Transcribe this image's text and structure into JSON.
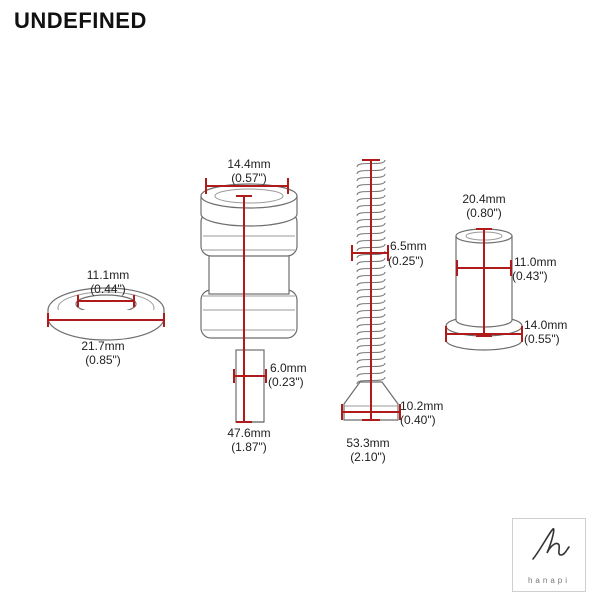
{
  "title": "UNDEFINED",
  "parts": {
    "washer": {
      "inner_mm": "11.1mm",
      "inner_in": "(0.44\")",
      "outer_mm": "21.7mm",
      "outer_in": "(0.85\")"
    },
    "bolt": {
      "head_mm": "14.4mm",
      "head_in": "(0.57\")",
      "pin_mm": "6.0mm",
      "pin_in": "(0.23\")",
      "length_mm": "47.6mm",
      "length_in": "(1.87\")"
    },
    "spring": {
      "wire_mm": "6.5mm",
      "wire_in": "(0.25\")",
      "base_mm": "10.2mm",
      "base_in": "(0.40\")",
      "length_mm": "53.3mm",
      "length_in": "(2.10\")"
    },
    "bushing": {
      "height_mm": "20.4mm",
      "height_in": "(0.80\")",
      "diameter_mm": "11.0mm",
      "diameter_in": "(0.43\")",
      "flange_mm": "14.0mm",
      "flange_in": "(0.55\")"
    }
  },
  "logo": {
    "brand": "hanapi"
  },
  "colors": {
    "dimension": "#b11a1a",
    "outline": "#6e6e6e"
  }
}
